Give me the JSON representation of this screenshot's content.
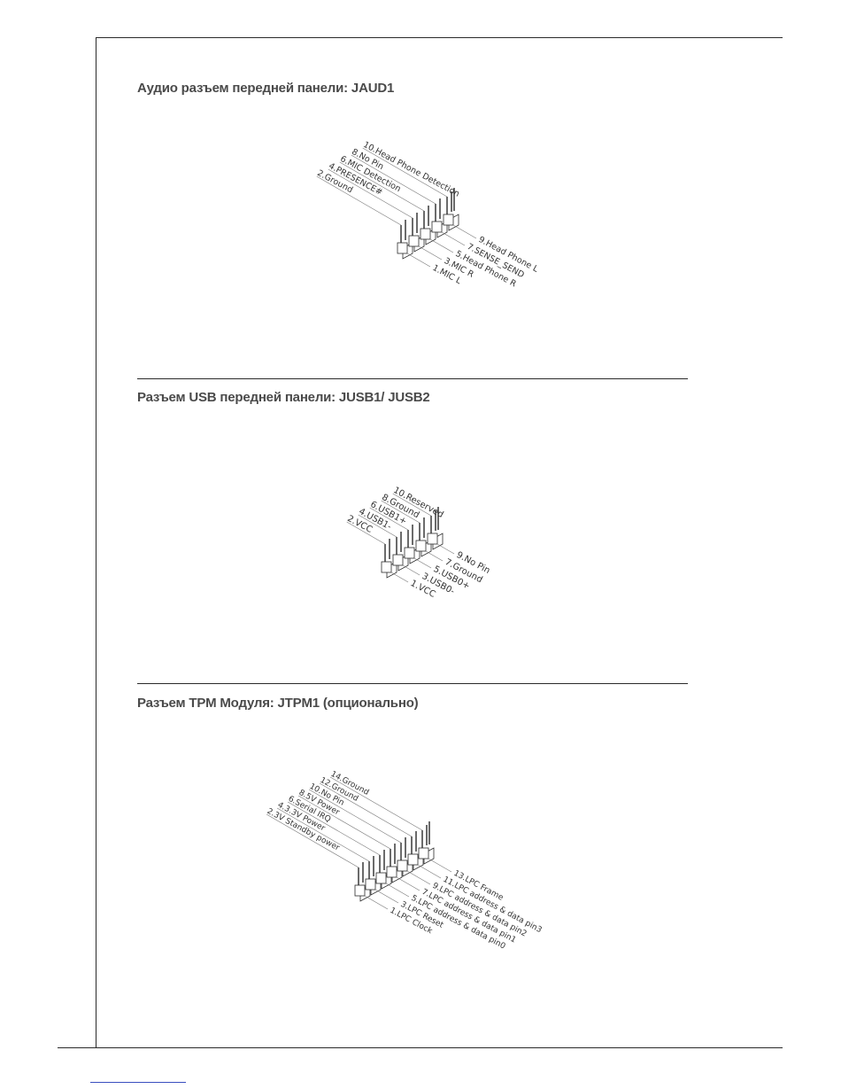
{
  "sections": [
    {
      "title": "Аудио разъем передней панели: JAUD1",
      "top_pins": [
        "10.Head Phone Detection",
        "8.No Pin",
        "6.MIC Detection",
        "4.PRESENCE#",
        "2.Ground"
      ],
      "bottom_pins": [
        "9.Head Phone L",
        "7.SENSE_SEND",
        "5.Head Phone R",
        "3.MIC R",
        "1.MIC L"
      ]
    },
    {
      "title": "Разъем USB передней панели: JUSB1/ JUSB2",
      "top_pins": [
        "10.Reserved",
        "8.Ground",
        "6.USB1+",
        "4.USB1-",
        "2.VCC"
      ],
      "bottom_pins": [
        "9.No Pin",
        "7.Ground",
        "5.USB0+",
        "3.USB0-",
        "1.VCC"
      ]
    },
    {
      "title": "Разъем TPM Модуля: JTPM1 (опционально)",
      "top_pins": [
        "14.Ground",
        "12.Ground",
        "10.No Pin",
        "8.5V Power",
        "6.Serial IRQ",
        "4.3.3V Power",
        "2.3V Standby power"
      ],
      "bottom_pins": [
        "13.LPC Frame",
        "11.LPC address & data pin3",
        "9.LPC address & data pin2",
        "7.LPC address & data pin1",
        "5.LPC address & data pin0",
        "3.LPC Reset",
        "1.LPC Clock"
      ]
    }
  ]
}
